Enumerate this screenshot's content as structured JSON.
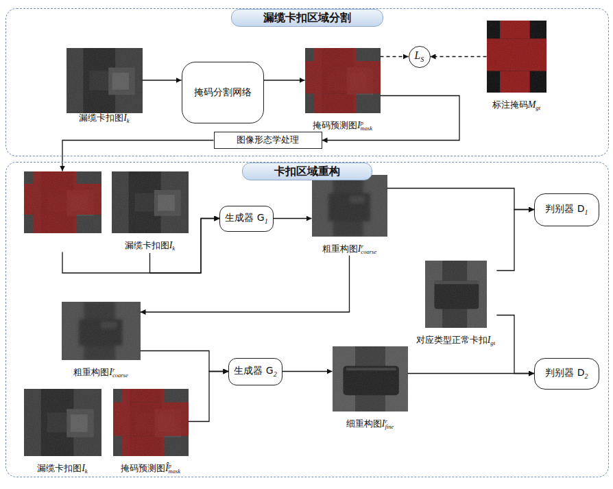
{
  "diagram": {
    "nodes": [
      {
        "text": [
          "漏缆卡扣区域分割"
        ]
      },
      {
        "text": [
          "漏缆卡扣图Ik"
        ],
        "in": 0
      },
      {
        "text": [
          "掩码分割网络"
        ],
        "in": 0
      },
      {
        "text": [
          "掩码预测图Ipmask"
        ],
        "in": 0
      },
      {
        "text": [
          "LS"
        ],
        "in": 0
      },
      {
        "text": [
          "标注掩码Mgt"
        ],
        "in": 0
      },
      {
        "text": [
          "图像形态学处理"
        ],
        "in": 0
      },
      {
        "text": [
          "卡扣区域重构"
        ]
      },
      {
        "text": [
          "掩码预测图Îpmask"
        ],
        "in": 7
      },
      {
        "text": [
          "漏缆卡扣图Ik"
        ],
        "in": 7
      },
      {
        "text": [
          "生成器 G1"
        ],
        "in": 7
      },
      {
        "text": [
          "粗重构图Ircoarse"
        ],
        "in": 7
      },
      {
        "text": [
          "判别器 D1"
        ],
        "in": 7
      },
      {
        "text": [
          "对应类型正常卡扣Igt"
        ],
        "in": 7
      },
      {
        "text": [
          "粗重构图Ircoarse"
        ],
        "in": 7
      },
      {
        "text": [
          "生成器 G2"
        ],
        "in": 7
      },
      {
        "text": [
          "细重构图Irfine"
        ],
        "in": 7
      },
      {
        "text": [
          "判别器 D2"
        ],
        "in": 7
      },
      {
        "text": [
          "漏缆卡扣图Ik"
        ],
        "in": 7
      },
      {
        "text": [
          "掩码预测图Îpmask"
        ],
        "in": 7
      }
    ],
    "edges": [
      {
        "from": 1,
        "to": 2,
        "arrow": "to"
      },
      {
        "from": 2,
        "to": 3,
        "arrow": "to"
      },
      {
        "from": 3,
        "to": 4,
        "arrow": "to"
      },
      {
        "from": 5,
        "to": 4,
        "arrow": "to"
      },
      {
        "from": 3,
        "to": 6,
        "arrow": "to"
      },
      {
        "from": 6,
        "to": 8,
        "arrow": "to"
      },
      {
        "from": 8,
        "to": 10,
        "arrow": "to"
      },
      {
        "from": 9,
        "to": 10,
        "arrow": "to"
      },
      {
        "from": 10,
        "to": 11,
        "arrow": "to"
      },
      {
        "from": 11,
        "to": 12,
        "arrow": "to"
      },
      {
        "from": 13,
        "to": 12,
        "arrow": "to"
      },
      {
        "from": 11,
        "to": 14,
        "arrow": "to"
      },
      {
        "from": 14,
        "to": 15,
        "arrow": "to"
      },
      {
        "from": 19,
        "to": 15,
        "arrow": "to"
      },
      {
        "from": 15,
        "to": 16,
        "arrow": "to"
      },
      {
        "from": 16,
        "to": 17,
        "arrow": "to"
      },
      {
        "from": 13,
        "to": 17,
        "arrow": "to"
      }
    ]
  }
}
